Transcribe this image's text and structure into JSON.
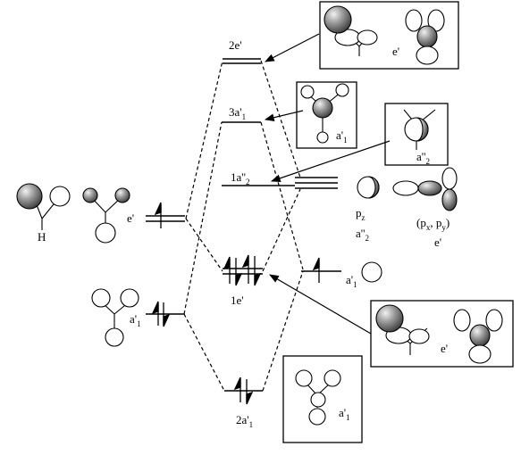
{
  "colors": {
    "ink": "#000000",
    "sphere_dark": "#505050",
    "sphere_light": "#e6e6e6",
    "background": "#ffffff"
  },
  "levels": {
    "l_2e": {
      "main": "2e'"
    },
    "l_3a1": {
      "main": "3a'",
      "sub": "1"
    },
    "l_1a2": {
      "main": "1a''",
      "sub": "2"
    },
    "l_1e": {
      "main": "1e'"
    },
    "l_2a1": {
      "main": "2a'",
      "sub": "1"
    }
  },
  "fragment_left": {
    "e_label": "e'",
    "a1_label": {
      "main": "a'",
      "sub": "1"
    },
    "h_label": "H"
  },
  "fragment_right": {
    "pz_label": {
      "main": "p",
      "sub": "z"
    },
    "a2_label": {
      "main": "a''",
      "sub": "2"
    },
    "pxpy_label": {
      "open": "(p",
      "sub1": "x",
      "mid": ", p",
      "sub2": "y",
      "close": ")"
    },
    "e_label": "e'",
    "a1_label": {
      "main": "a'",
      "sub": "1"
    }
  },
  "boxes": {
    "box_2e": "e'",
    "box_3a1": {
      "main": "a'",
      "sub": "1"
    },
    "box_1a2": {
      "main": "a''",
      "sub": "2"
    },
    "box_1e": "e'",
    "box_2a1": {
      "main": "a'",
      "sub": "1"
    }
  }
}
